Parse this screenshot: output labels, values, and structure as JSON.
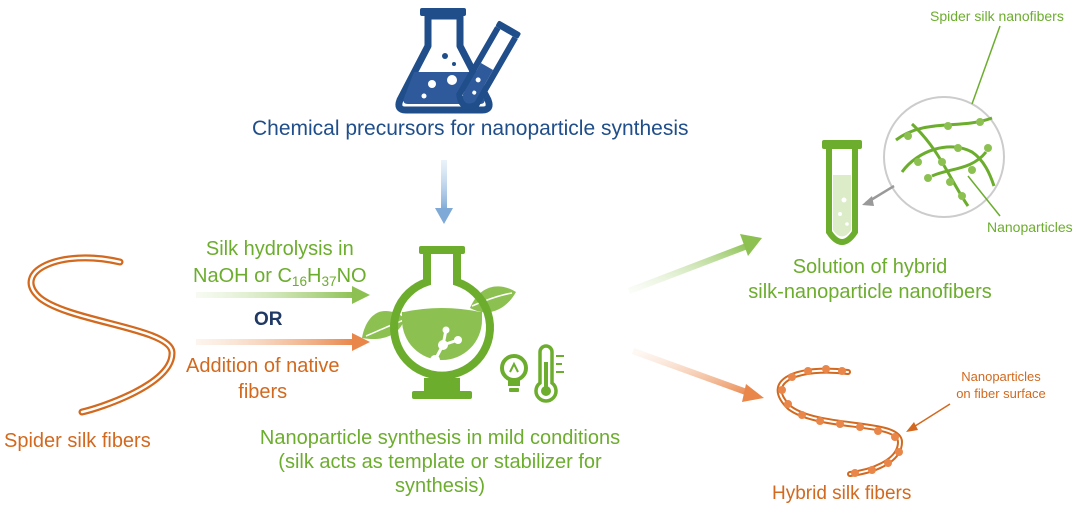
{
  "labels": {
    "chemical_precursors": "Chemical precursors for nanoparticle synthesis",
    "silk_hydrolysis_line1": "Silk hydrolysis in",
    "silk_hydrolysis_line2_prefix": "NaOH or C",
    "silk_hydrolysis_sub1": "16",
    "silk_hydrolysis_h": "H",
    "silk_hydrolysis_sub2": "37",
    "silk_hydrolysis_suffix": "NO",
    "or": "OR",
    "addition_line1": "Addition of native",
    "addition_line2": "fibers",
    "spider_silk_fibers": "Spider silk fibers",
    "synthesis_line1": "Nanoparticle synthesis in mild conditions",
    "synthesis_line2": "(silk acts as template or stabilizer for",
    "synthesis_line3": "synthesis)",
    "solution_line1": "Solution of hybrid",
    "solution_line2": "silk-nanoparticle nanofibers",
    "spider_silk_nanofibers": "Spider silk nanofibers",
    "nanoparticles": "Nanoparticles",
    "np_surface_line1": "Nanoparticles",
    "np_surface_line2": "on fiber surface",
    "hybrid_silk_fibers": "Hybrid silk fibers"
  },
  "colors": {
    "blue": "#1f4e8a",
    "green": "#6cad2e",
    "orange": "#d2691e",
    "dark_navy": "#1f3864"
  },
  "icons": [
    "erlenmeyer-flask-icon",
    "test-tube-icon",
    "round-flask-icon",
    "leaf-icon",
    "lightbulb-icon",
    "thermometer-icon",
    "molecule-icon",
    "silk-fiber-icon",
    "magnifier-circle-icon"
  ]
}
